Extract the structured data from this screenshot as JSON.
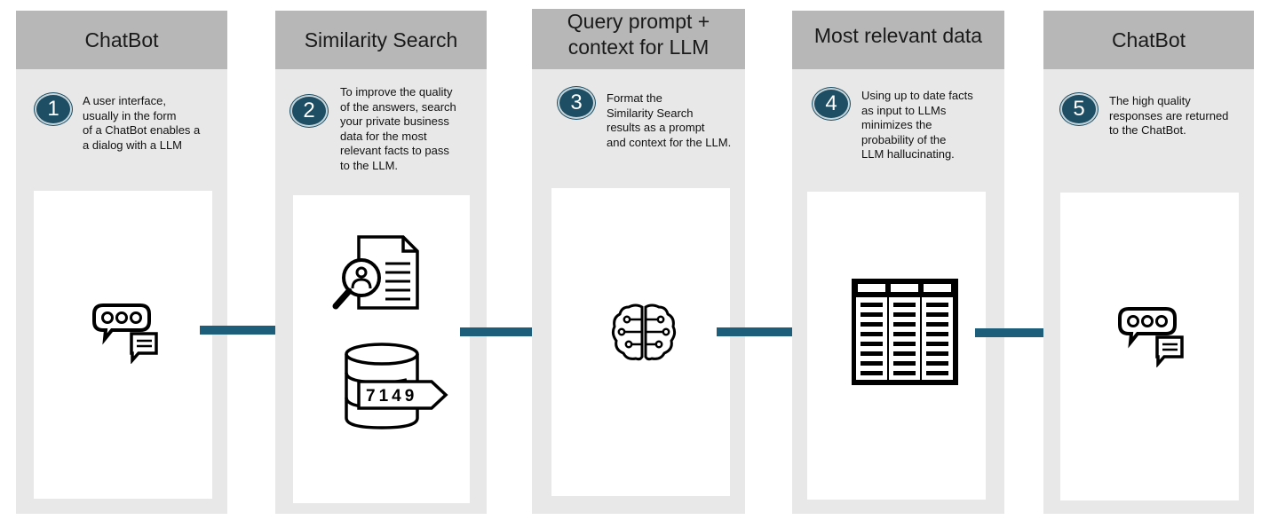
{
  "steps": [
    {
      "number": "1",
      "title": "ChatBot",
      "text": "A user interface,\nusually in the form\nof a ChatBot enables a\na dialog  with a LLM",
      "icon": "chat-bubbles-icon"
    },
    {
      "number": "2",
      "title": "Similarity Search",
      "text": "To improve the quality\nof the answers, search\nyour private business\ndata for the most\nrelevant facts to pass\nto the LLM.",
      "icon": "document-search-icon"
    },
    {
      "number": "3",
      "title": "Query prompt +\ncontext for LLM",
      "text": "Format the\nSimilarity Search\nresults as a prompt\nand context for the LLM.",
      "icon": "brain-circuit-icon"
    },
    {
      "number": "4",
      "title": "Most relevant data",
      "text": "Using up to date facts\nas input to LLMs\nminimizes the\nprobability of the\nLLM hallucinating.",
      "icon": "data-table-icon"
    },
    {
      "number": "5",
      "title": "ChatBot",
      "text": "The high quality\nresponses are returned\nto the ChatBot.",
      "icon": "chat-bubbles-icon"
    }
  ],
  "database_label": "7149",
  "colors": {
    "arrow": "#1d5f7a",
    "badge": "#1d4e63",
    "header": "#b7b7b7",
    "column": "#e8e8e8"
  }
}
